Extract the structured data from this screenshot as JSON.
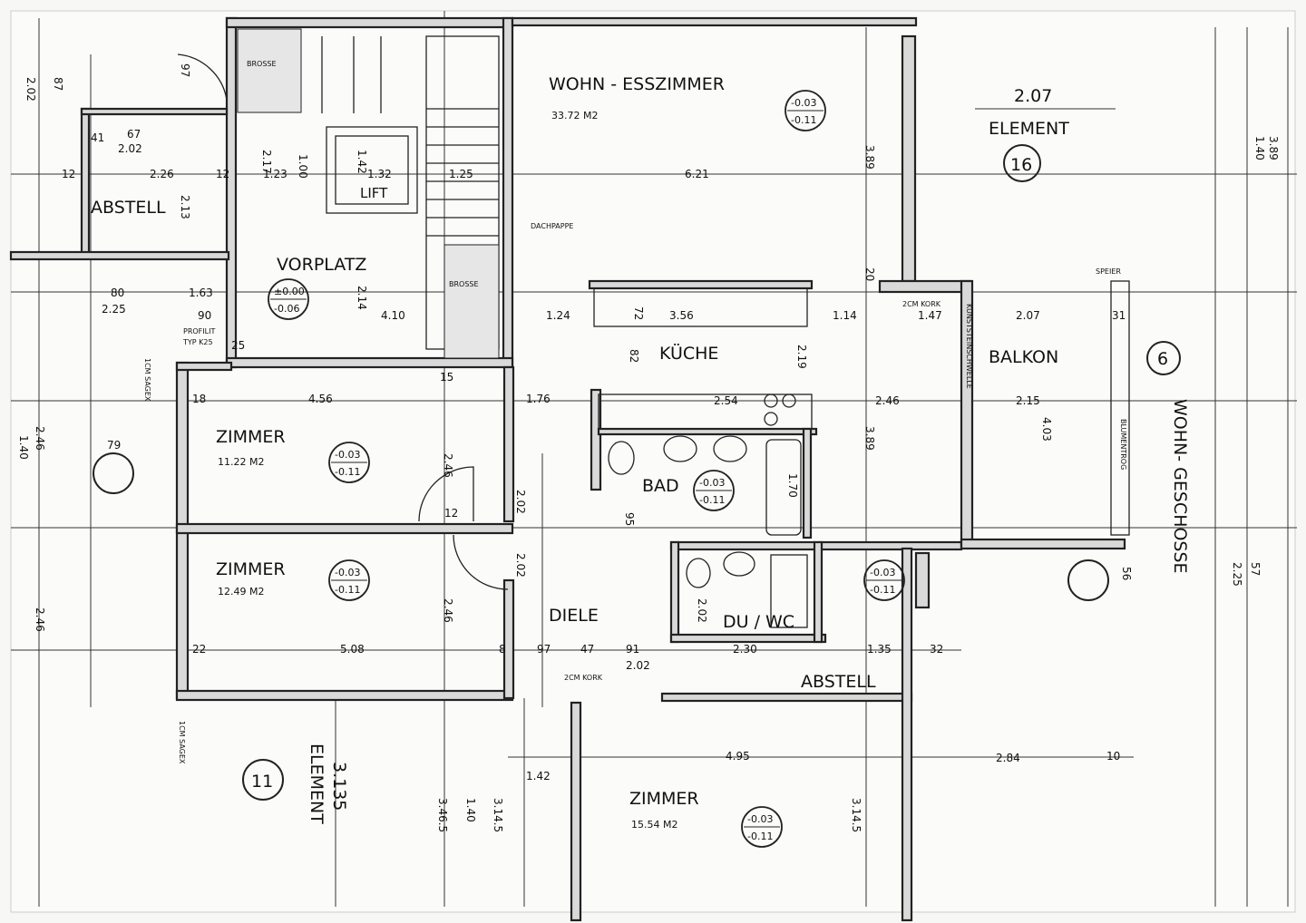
{
  "rooms": {
    "wohn": {
      "name": "WOHN - ESSZIMMER",
      "area": "33.72 M2"
    },
    "vorplatz": {
      "name": "VORPLATZ"
    },
    "abstell_left": {
      "name": "ABSTELL"
    },
    "lift": {
      "name": "LIFT"
    },
    "kueche": {
      "name": "KÜCHE"
    },
    "balkon": {
      "name": "BALKON"
    },
    "zimmer1": {
      "name": "ZIMMER",
      "area": "11.22 M2"
    },
    "zimmer2": {
      "name": "ZIMMER",
      "area": "12.49 M2"
    },
    "zimmer3": {
      "name": "ZIMMER",
      "area": "15.54 M2"
    },
    "bad": {
      "name": "BAD"
    },
    "diele": {
      "name": "DIELE"
    },
    "duwc": {
      "name": "DU / WC"
    },
    "abstell_right": {
      "name": "ABSTELL"
    }
  },
  "levels": [
    {
      "top": "-0.03",
      "bottom": "-0.11"
    },
    {
      "top": "±0.00",
      "bottom": "-0.06"
    },
    {
      "top": "-0.03",
      "bottom": "-0.11"
    },
    {
      "top": "-0.03",
      "bottom": "-0.11"
    },
    {
      "top": "-0.03",
      "bottom": "-0.11"
    },
    {
      "top": "-0.03",
      "bottom": "-0.11"
    },
    {
      "top": "-0.03",
      "bottom": "-0.11"
    }
  ],
  "notes": {
    "brosse1": "BROSSE",
    "brosse2": "BROSSE",
    "dachpappe": "DACHPAPPE",
    "speier": "SPEIER",
    "kork1": "2CM KORK",
    "kork2": "2CM KORK",
    "profilit": "PROFILIT",
    "profilit2": "TYP K25",
    "sagex1": "1CM SAGEX",
    "sagex2": "1CM SAGEX",
    "blumentrog": "BLUMENTROG",
    "kunststein": "KUNSTSTEINSCHWELLE",
    "wohngeschosse": "WOHN-\nGESCHOSSE",
    "element_top": "ELEMENT",
    "element_top_dim": "2.07",
    "element_top_no": "16",
    "element_left": "ELEMENT",
    "element_left_dim": "3.135",
    "element_left_no": "11",
    "marker_79": "79",
    "marker_56": "56",
    "marker_6": "6"
  },
  "dimensions": [
    "2.02",
    "87",
    "97",
    "67",
    "2.02",
    "41",
    "12",
    "2.26",
    "12",
    "2.13",
    "1.23",
    "2.17",
    "1.00",
    "1.42",
    "1.32",
    "1.25",
    "6.21",
    "3.89",
    "1.40",
    "3.89",
    "80",
    "1.63",
    "2.25",
    "90",
    "2.14",
    "4.10",
    "1.24",
    "3.56",
    "1.14",
    "1.47",
    "2.07",
    "31",
    "4.56",
    "1.76",
    "2.54",
    "2.46",
    "2.15",
    "4.03",
    "3.89",
    "2.46",
    "2.19",
    "2.02",
    "1.70",
    "2.02",
    "2.02",
    "2.46",
    "95",
    "5.08",
    "97",
    "47",
    "91",
    "2.30",
    "1.35",
    "32",
    "2.02",
    "2.84",
    "4.95",
    "3.14.5",
    "3.46.5",
    "1.42",
    "1.40",
    "3.14.5",
    "2.46",
    "1.40",
    "2.46",
    "2.25",
    "57",
    "82",
    "72",
    "25",
    "15",
    "20",
    "22",
    "8",
    "18",
    "12",
    "10"
  ]
}
